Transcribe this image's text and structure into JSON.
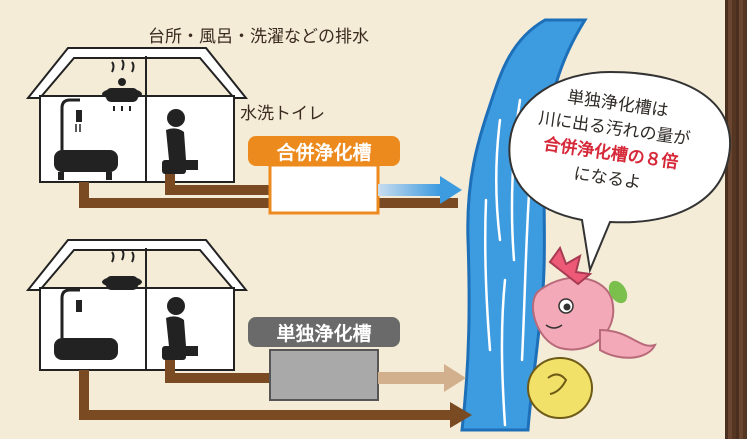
{
  "labels": {
    "kitchen_drain": "台所・風呂・洗濯などの排水",
    "flush_toilet": "水洗トイレ",
    "combined_tank": "合併浄化槽",
    "single_tank": "単独浄化槽"
  },
  "speech_bubble": {
    "line1": "単独浄化槽は",
    "line2": "川に出る汚れの量が",
    "line3": "合併浄化槽の８倍",
    "line4": "になるよ"
  },
  "colors": {
    "background": "#f4ecd7",
    "brown_pipe": "#7a4a23",
    "orange_accent": "#ec8a1e",
    "gray_tank": "#6a6a6a",
    "river_blue": "#3d9be0",
    "accent_red": "#d62a3a"
  },
  "icons": [
    "house-icon",
    "bathtub-icon",
    "shower-icon",
    "pot-icon",
    "person-on-toilet-icon",
    "river-icon",
    "mascot-icon",
    "arrow-icon"
  ]
}
